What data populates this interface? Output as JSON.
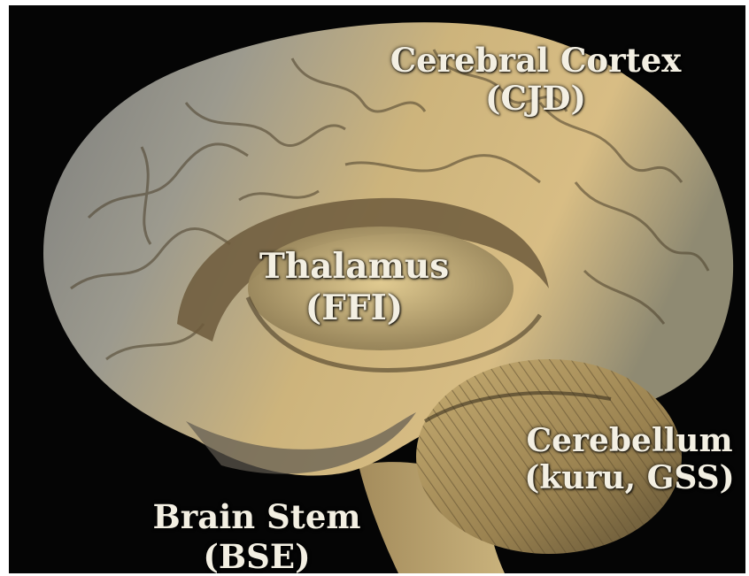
{
  "labels": {
    "cerebral_cortex": {
      "name": "Cerebral Cortex",
      "disease": "(CJD)"
    },
    "thalamus": {
      "name": "Thalamus",
      "disease": "(FFI)"
    },
    "cerebellum": {
      "name": "Cerebellum",
      "disease": "(kuru, GSS)"
    },
    "brain_stem": {
      "name": "Brain Stem",
      "disease": "(BSE)"
    }
  },
  "colors": {
    "background": "#050505",
    "label_text": "#f3efe2",
    "cortex_light": "#d9c08a",
    "cortex_gray": "#8f8f8a",
    "cerebellum": "#b49a5e"
  }
}
